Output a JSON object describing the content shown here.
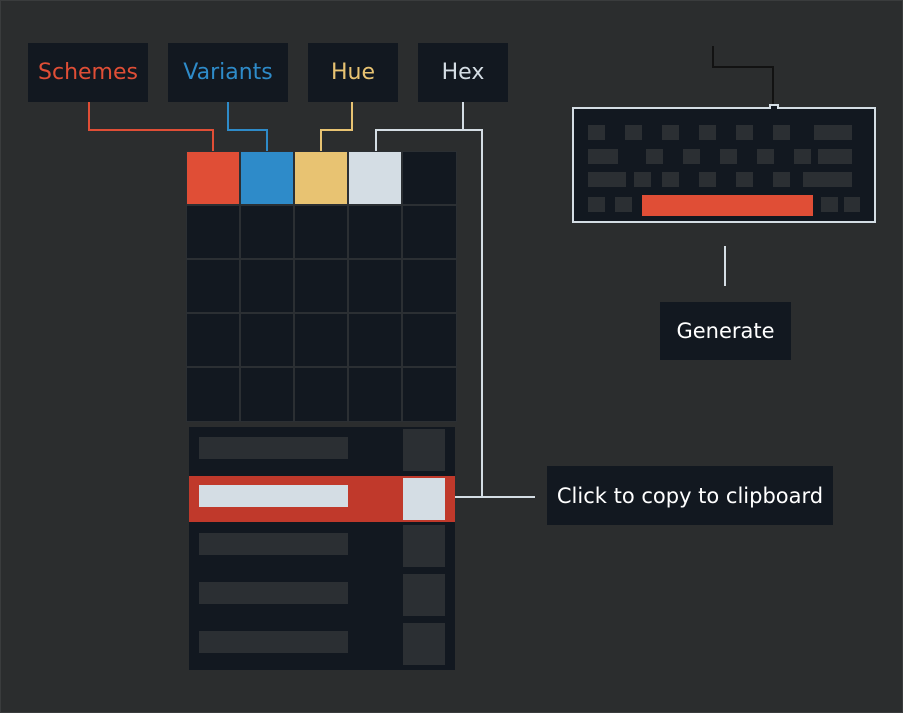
{
  "labels": {
    "schemes": "Schemes",
    "variants": "Variants",
    "hue": "Hue",
    "hex": "Hex",
    "generate": "Generate",
    "copy": "Click to copy to clipboard"
  },
  "colors": {
    "schemes": "#e04e36",
    "variants": "#2e8bc9",
    "hue": "#e8c372",
    "hex": "#d4dde4",
    "selected_row": "#c0392b",
    "panel": "#121820",
    "background": "#2b2d2e"
  },
  "icons": [
    "keyboard-icon"
  ]
}
